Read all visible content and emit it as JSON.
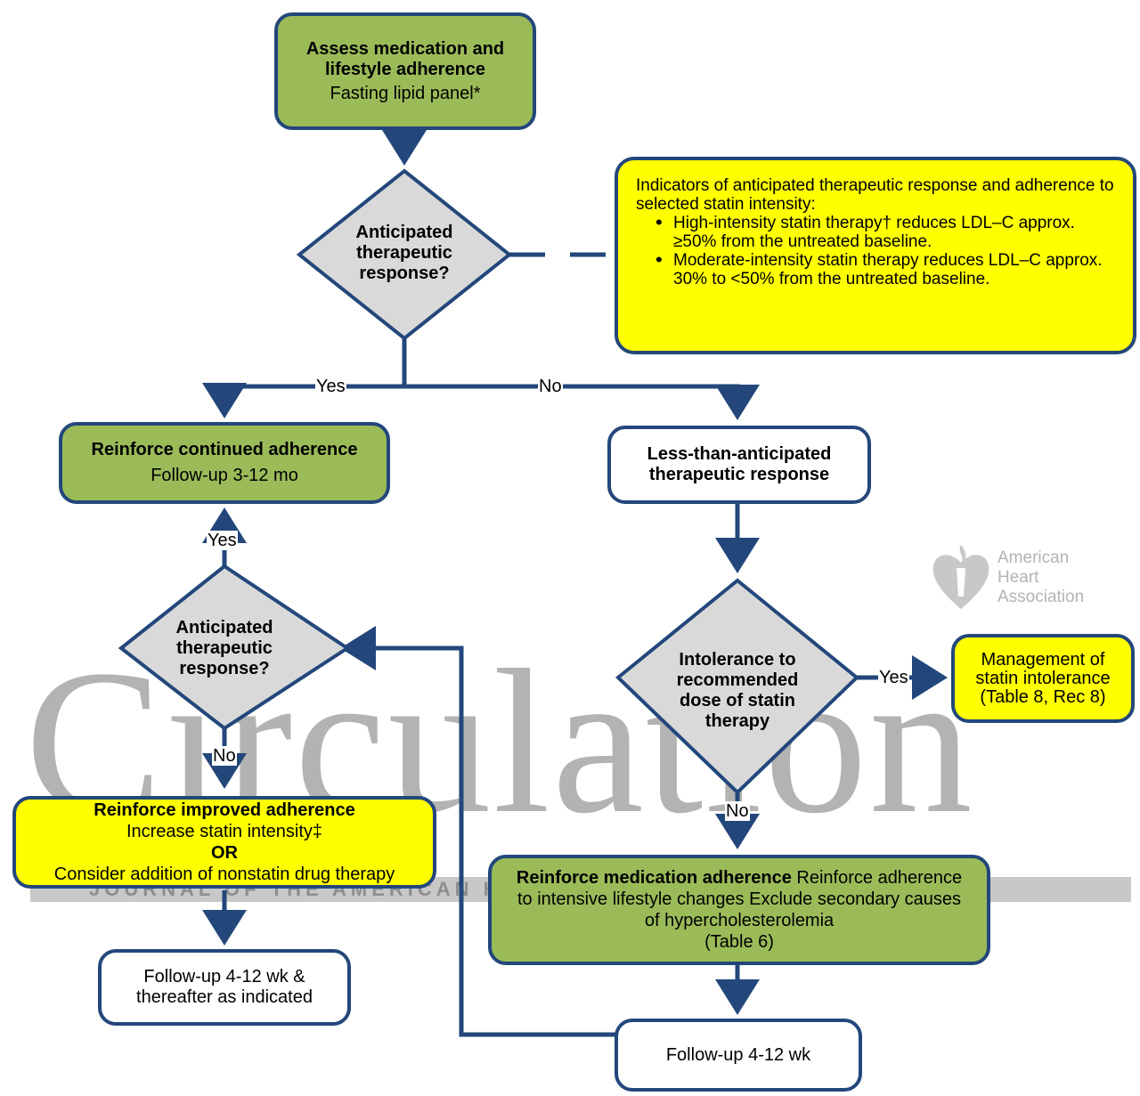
{
  "watermark": {
    "title": "Circulation",
    "subtitle": "JOURNAL OF THE AMERICAN HEART ASSOCIATION",
    "logo": "American Heart Association"
  },
  "nodes": {
    "assess": {
      "title": "Assess medication and lifestyle adherence",
      "text": "Fasting lipid panel*"
    },
    "decision1": {
      "text": "Anticipated therapeutic response?"
    },
    "info": {
      "intro": "Indicators of anticipated therapeutic response and adherence to selected statin intensity:",
      "bullets": [
        "High-intensity statin therapy† reduces LDL–C approx. ≥50% from the untreated baseline.",
        "Moderate-intensity statin therapy reduces LDL–C approx. 30% to <50% from the untreated baseline."
      ]
    },
    "reinforce_continued": {
      "title": "Reinforce continued adherence",
      "text": "Follow-up 3-12 mo"
    },
    "less_than": {
      "title": "Less-than-anticipated therapeutic response"
    },
    "decision2": {
      "text": "Anticipated therapeutic response?"
    },
    "decision3": {
      "text": "Intolerance to recommended dose of statin therapy"
    },
    "management": {
      "text": "Management of statin intolerance (Table 8, Rec 8)"
    },
    "reinforce_improved": {
      "title": "Reinforce improved adherence",
      "line1": "Increase statin intensity‡",
      "or": "OR",
      "line2": "Consider addition of nonstatin drug therapy"
    },
    "reinforce_med": {
      "title": "Reinforce medication adherence",
      "text": "Reinforce adherence to intensive lifestyle changes Exclude secondary causes of hypercholesterolemia",
      "table": "(Table 6)"
    },
    "followup_left": {
      "text": "Follow-up 4-12 wk & thereafter as indicated"
    },
    "followup_bottom": {
      "text": "Follow-up 4-12 wk"
    }
  },
  "edge_labels": {
    "yes1": "Yes",
    "no1": "No",
    "yes2": "Yes",
    "no2": "No",
    "yes3": "Yes",
    "no3": "No"
  },
  "colors": {
    "border": "#23477b",
    "green": "#9bbb59",
    "yellow": "#ffff00",
    "decision": "#d9d9d9"
  }
}
